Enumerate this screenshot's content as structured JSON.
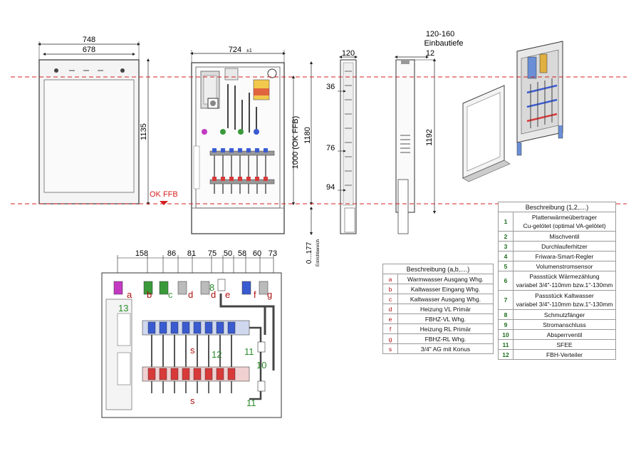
{
  "dims": {
    "front_outer_width": "748",
    "front_inner_width": "678",
    "front_height": "1135",
    "ok_ffb": "OK FFB",
    "open_width": "724",
    "open_width_tol": "±1",
    "ok_ffb_height": "1000 (OK FFB)",
    "open_height": "1180",
    "side_width": "120",
    "side_36": "36",
    "side_76": "76",
    "side_94": "94",
    "install_depth": "120-160",
    "install_depth_label": "Einbautiefe",
    "depth_12": "12",
    "side_height": "1192",
    "floor_range": "0...177",
    "floor_label": "Estrichbereich",
    "top_dims": [
      "158",
      "86",
      "81",
      "75",
      "50",
      "58",
      "60",
      "73"
    ]
  },
  "callouts": {
    "a": "a",
    "b": "b",
    "c": "c",
    "d": "d",
    "e": "e",
    "f": "f",
    "g": "g",
    "n8": "8",
    "n13": "13",
    "n12": "12",
    "n11a": "11",
    "n10": "10",
    "n11b": "11",
    "s1": "s",
    "s2": "s"
  },
  "legend_letters": {
    "title": "Beschreibung (a,b,....)",
    "rows": [
      {
        "key": "a",
        "text": "Warmwasser Ausgang Whg."
      },
      {
        "key": "b",
        "text": "Kaltwasser Eingang Whg."
      },
      {
        "key": "c",
        "text": "Kaltwasser Ausgang Whg."
      },
      {
        "key": "d",
        "text": "Heizung VL Primär"
      },
      {
        "key": "e",
        "text": "FBHZ-VL Whg."
      },
      {
        "key": "f",
        "text": "Heizung RL Primär"
      },
      {
        "key": "g",
        "text": "FBHZ-RL Whg."
      },
      {
        "key": "s",
        "text": "3/4\" AG mit Konus"
      }
    ]
  },
  "legend_numbers": {
    "title": "Beschreibung (1,2,....)",
    "rows": [
      {
        "key": "1",
        "text": "Plattenwärmeübertrager",
        "text2": "Cu-gelötet (optimal VA-gelötet)"
      },
      {
        "key": "2",
        "text": "Mischventil"
      },
      {
        "key": "3",
        "text": "Durchlauferhitzer"
      },
      {
        "key": "4",
        "text": "Friwara-Smart-Regler"
      },
      {
        "key": "5",
        "text": "Volumenstromsensor"
      },
      {
        "key": "6",
        "text": "Passstück Wärmezählung",
        "text2": "variabel 3/4\"-110mm bzw.1\"-130mm"
      },
      {
        "key": "7",
        "text": "Passstück Kaltwasser",
        "text2": "variabel 3/4\"-110mm bzw.1\"-130mm"
      },
      {
        "key": "8",
        "text": "Schmutzfänger"
      },
      {
        "key": "9",
        "text": "Stromanschluss"
      },
      {
        "key": "10",
        "text": "Absperrventil"
      },
      {
        "key": "11",
        "text": "SFEE"
      },
      {
        "key": "12",
        "text": "FBH-Verteiler"
      }
    ]
  },
  "colors": {
    "dim_red": "#d42020",
    "accent_red": "#d83a3a",
    "valve_blue": "#3a5bd0",
    "legend_key_red": "#b01010",
    "legend_key_green": "#1d6d1d",
    "label_green": "#2a8a2a"
  }
}
